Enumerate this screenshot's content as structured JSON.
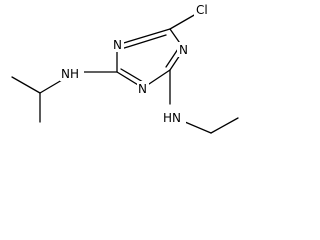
{
  "molecule": {
    "atoms": {
      "cl": "Cl",
      "n_top_left": "N",
      "n_top_right": "N",
      "n_bottom": "N",
      "nh_left": "NH",
      "nh_right": "HN"
    }
  }
}
